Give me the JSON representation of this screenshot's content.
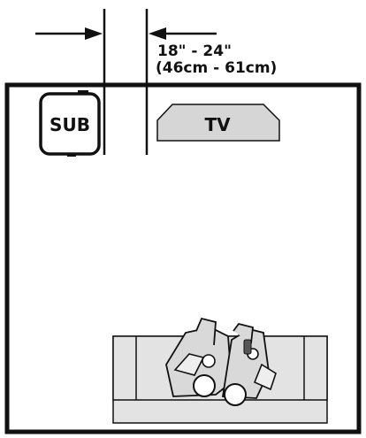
{
  "labels": {
    "distance_imperial": "18\" - 24\"",
    "distance_metric": "(46cm - 61cm)",
    "subwoofer": "SUB",
    "television": "TV"
  },
  "colors": {
    "line": "#111111",
    "furniture_fill": "#e3e3e3",
    "tv_fill": "#d6d6d6",
    "background": "#ffffff"
  },
  "icons": {
    "arrow_left": "arrow-right-icon",
    "arrow_right": "arrow-left-icon",
    "listeners": "people-on-sofa-icon"
  }
}
